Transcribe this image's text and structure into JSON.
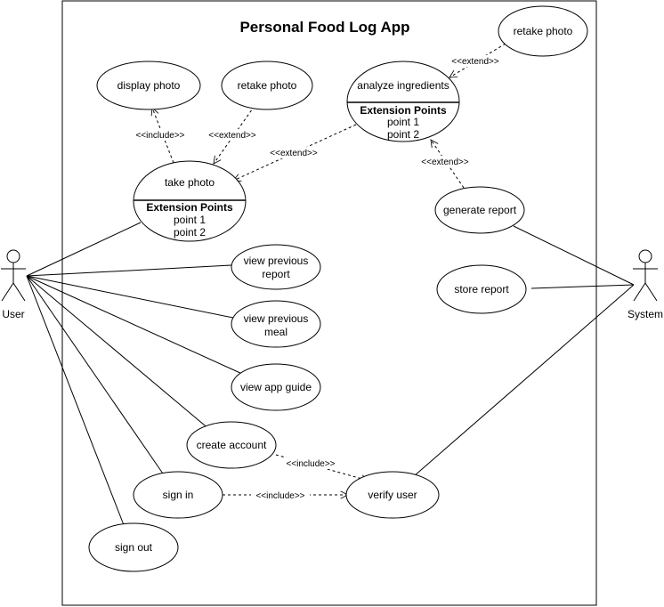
{
  "diagram": {
    "title": "Personal Food Log App",
    "actors": {
      "user": "User",
      "system": "System"
    },
    "use_cases": {
      "display_photo": "display photo",
      "retake_photo_left": "retake photo",
      "retake_photo_right": "retake photo",
      "take_photo": "take photo",
      "analyze_ingredients": "analyze ingredients",
      "generate_report": "generate report",
      "store_report": "store report",
      "view_previous_report": [
        "view previous",
        "report"
      ],
      "view_previous_meal": [
        "view previous",
        "meal"
      ],
      "view_app_guide": "view app guide",
      "create_account": "create account",
      "sign_in": "sign in",
      "sign_out": "sign out",
      "verify_user": "verify user"
    },
    "extension_points": {
      "title": "Extension Points",
      "points": [
        "point 1",
        "point 2"
      ]
    },
    "stereotypes": {
      "include": "<<include>>",
      "extend": "<<extend>>"
    }
  }
}
